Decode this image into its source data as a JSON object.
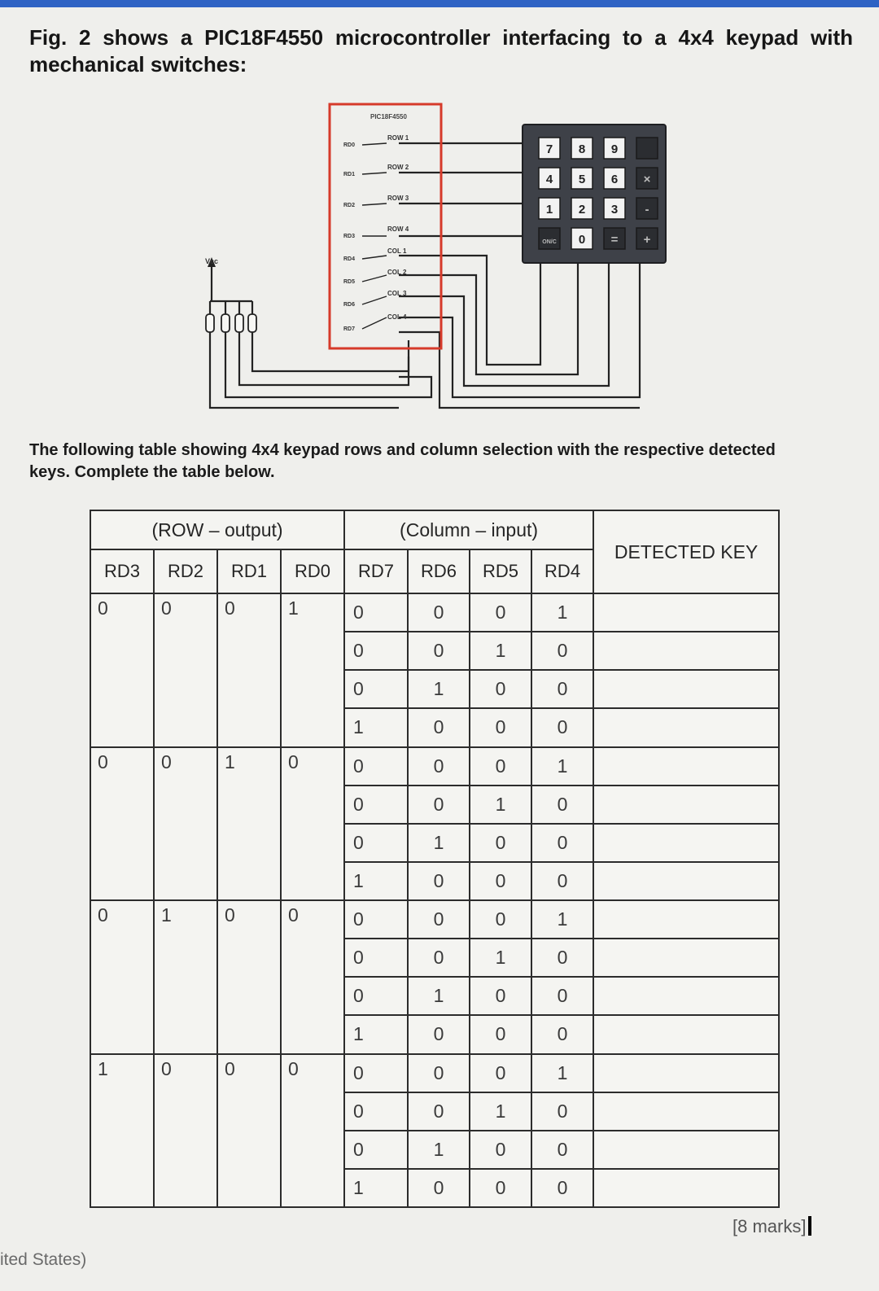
{
  "heading": "Fig. 2 shows a PIC18F4550 microcontroller interfacing to a 4x4 keypad with mechanical switches:",
  "figure": {
    "mcu_label": "PIC18F4550",
    "pins": [
      "RD0",
      "RD1",
      "RD2",
      "RD3",
      "RD4",
      "RD5",
      "RD6",
      "RD7"
    ],
    "signals": [
      "ROW 1",
      "ROW 2",
      "ROW 3",
      "ROW 4",
      "COL 1",
      "COL 2",
      "COL 3",
      "COL 4"
    ],
    "vcc_label": "Vcc",
    "keys": [
      [
        "7",
        "8",
        "9",
        ""
      ],
      [
        "4",
        "5",
        "6",
        "×"
      ],
      [
        "1",
        "2",
        "3",
        "-"
      ],
      [
        "ON/C",
        "0",
        "=",
        "+"
      ]
    ]
  },
  "intro": "The following table showing 4x4 keypad rows and column selection with the respective detected keys. Complete the table below.",
  "table": {
    "group_row": "(ROW – output)",
    "group_col": "(Column – input)",
    "detected_header": "DETECTED KEY",
    "row_headers": [
      "RD3",
      "RD2",
      "RD1",
      "RD0"
    ],
    "col_headers": [
      "RD7",
      "RD6",
      "RD5",
      "RD4"
    ],
    "groups": [
      {
        "row": [
          "0",
          "0",
          "0",
          "1"
        ],
        "cols": [
          [
            "0",
            "0",
            "0",
            "1"
          ],
          [
            "0",
            "0",
            "1",
            "0"
          ],
          [
            "0",
            "1",
            "0",
            "0"
          ],
          [
            "1",
            "0",
            "0",
            "0"
          ]
        ]
      },
      {
        "row": [
          "0",
          "0",
          "1",
          "0"
        ],
        "cols": [
          [
            "0",
            "0",
            "0",
            "1"
          ],
          [
            "0",
            "0",
            "1",
            "0"
          ],
          [
            "0",
            "1",
            "0",
            "0"
          ],
          [
            "1",
            "0",
            "0",
            "0"
          ]
        ]
      },
      {
        "row": [
          "0",
          "1",
          "0",
          "0"
        ],
        "cols": [
          [
            "0",
            "0",
            "0",
            "1"
          ],
          [
            "0",
            "0",
            "1",
            "0"
          ],
          [
            "0",
            "1",
            "0",
            "0"
          ],
          [
            "1",
            "0",
            "0",
            "0"
          ]
        ]
      },
      {
        "row": [
          "1",
          "0",
          "0",
          "0"
        ],
        "cols": [
          [
            "0",
            "0",
            "0",
            "1"
          ],
          [
            "0",
            "0",
            "1",
            "0"
          ],
          [
            "0",
            "1",
            "0",
            "0"
          ],
          [
            "1",
            "0",
            "0",
            "0"
          ]
        ]
      }
    ]
  },
  "marks": "[8 marks]",
  "footer": "ited States)",
  "colors": {
    "mcu_border": "#d63a2a",
    "keypad_body": "#3e4148",
    "title_bar": "#2f63c4"
  }
}
